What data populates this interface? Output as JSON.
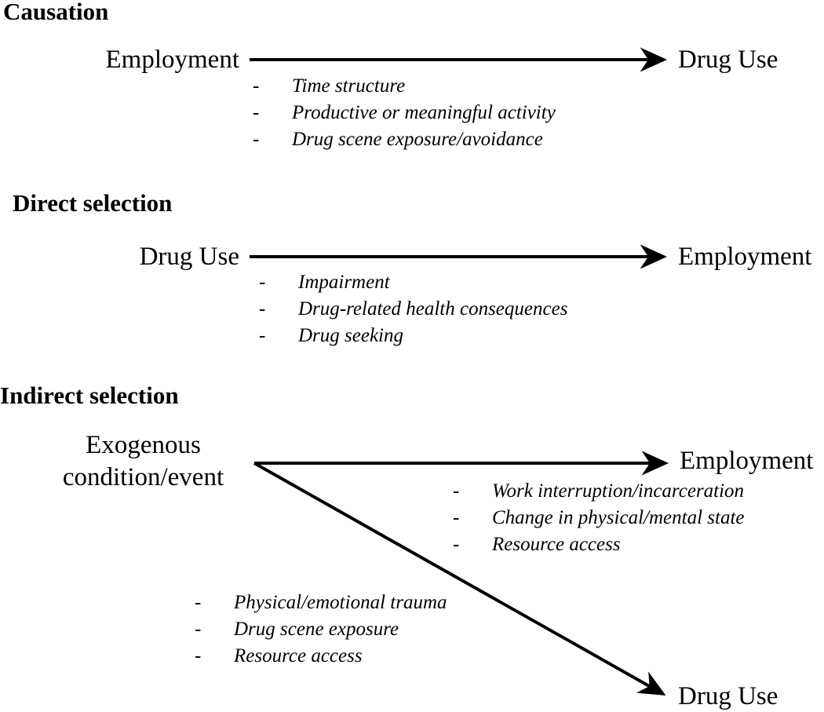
{
  "diagram": {
    "title_implicit": "",
    "stroke_color": "#000000",
    "background_color": "#ffffff",
    "sections": [
      {
        "heading": "Causation",
        "source_label": "Employment",
        "target_label": "Drug Use",
        "bullets": [
          "Time structure",
          "Productive or meaningful activity",
          "Drug scene exposure/avoidance"
        ],
        "bullet_marker": "-"
      },
      {
        "heading": "Direct selection",
        "source_label": "Drug Use",
        "target_label": "Employment",
        "bullets": [
          "Impairment",
          "Drug-related health consequences",
          "Drug seeking"
        ],
        "bullet_marker": "-"
      },
      {
        "heading": "Indirect selection",
        "source_label_line1": "Exogenous",
        "source_label_line2": "condition/event",
        "target_label_top": "Employment",
        "target_label_bottom": "Drug Use",
        "bullets_top": [
          "Work interruption/incarceration",
          "Change in physical/mental state",
          "Resource access"
        ],
        "bullets_bottom": [
          "Physical/emotional trauma",
          "Drug scene exposure",
          "Resource access"
        ],
        "bullet_marker": "-"
      }
    ]
  }
}
